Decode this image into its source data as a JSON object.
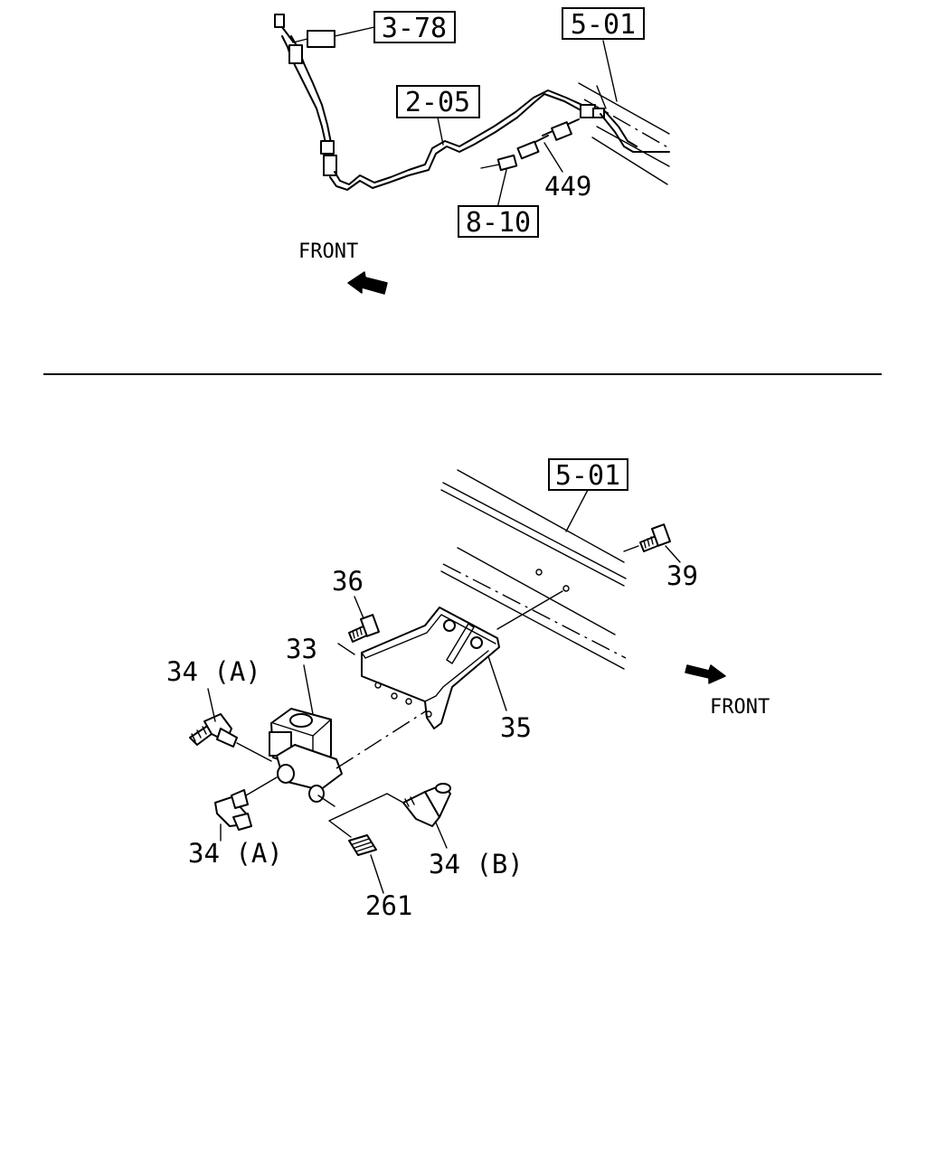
{
  "top_view": {
    "ref_3_78": "3-78",
    "ref_5_01": "5-01",
    "ref_2_05": "2-05",
    "ref_8_10": "8-10",
    "part_449": "449",
    "front_label": "FRONT"
  },
  "bottom_view": {
    "ref_5_01": "5-01",
    "part_39": "39",
    "part_36": "36",
    "part_33": "33",
    "part_34a_top": "34 (A)",
    "part_35": "35",
    "part_34a_bottom": "34 (A)",
    "part_34b": "34 (B)",
    "part_261": "261",
    "front_label": "FRONT"
  },
  "icons": {
    "front_arrow_top": "arrow-up-left-icon",
    "front_arrow_bottom": "arrow-down-right-icon"
  }
}
